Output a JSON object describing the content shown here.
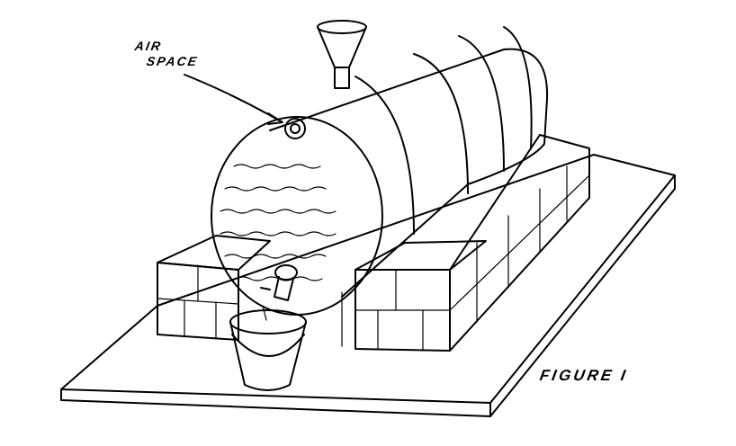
{
  "labels": {
    "air_space_line1": "AIR",
    "air_space_line2": "SPACE",
    "figure_caption": "FIGURE I"
  }
}
